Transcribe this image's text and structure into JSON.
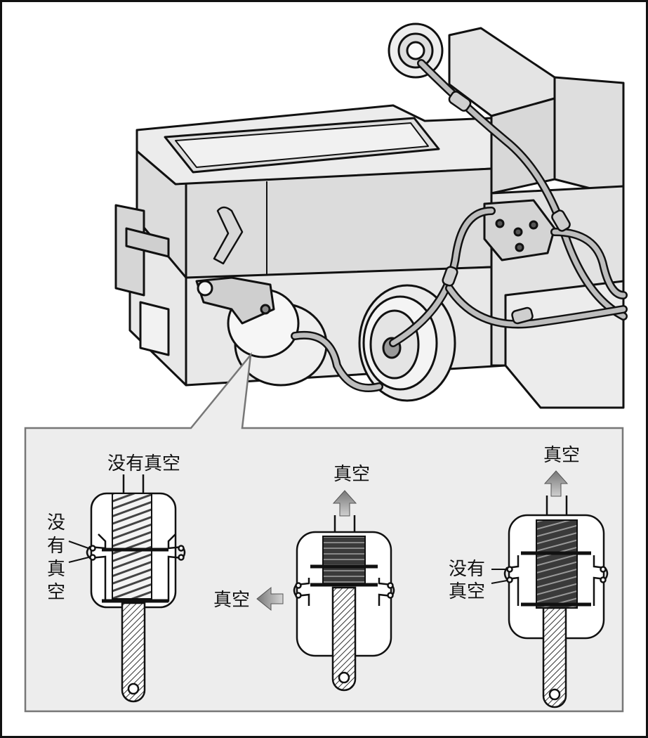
{
  "labels": {
    "d1_top": "没有真空",
    "d1_side": [
      "没",
      "有",
      "真",
      "空"
    ],
    "d2_top": "真空",
    "d2_side": "真空",
    "d3_top": "真空",
    "d3_side_line1": "没有",
    "d3_side_line2": "真空"
  },
  "colors": {
    "line": "#111111",
    "panel_bg": "#ededed",
    "panel_border": "#777777",
    "body_fill": "#e2e2e2",
    "arrow_fill": "#8a8a8a"
  }
}
